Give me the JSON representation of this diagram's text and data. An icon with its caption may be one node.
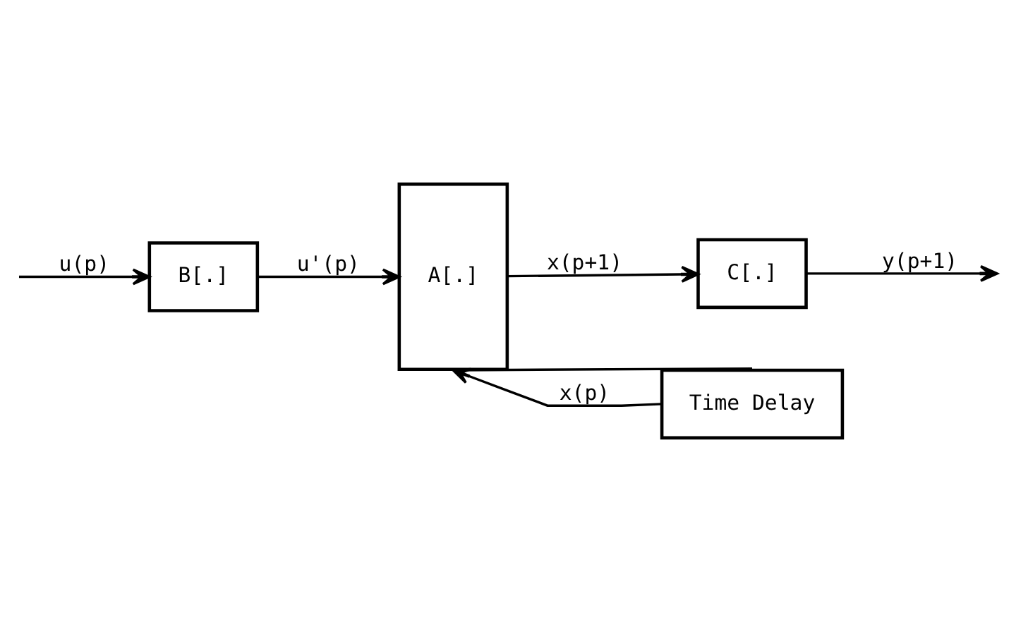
{
  "diagram": {
    "nodes": [
      {
        "text": [
          "B[.]"
        ]
      },
      {
        "text": [
          "A[.]"
        ]
      },
      {
        "text": [
          "C[.]"
        ]
      },
      {
        "text": [
          "Time Delay"
        ]
      }
    ],
    "edges": [
      {
        "from": null,
        "to": 0,
        "arrow": "to",
        "label": "u(p)"
      },
      {
        "from": 0,
        "to": 1,
        "arrow": "to",
        "label": "u'(p)"
      },
      {
        "from": 1,
        "to": 2,
        "arrow": "to",
        "label": "x(p+1)"
      },
      {
        "from": 2,
        "to": null,
        "arrow": "to",
        "label": "y(p+1)"
      },
      {
        "from": 1,
        "to": 3,
        "arrow": "none"
      },
      {
        "from": 3,
        "to": 1,
        "arrow": "to",
        "label": "x(p)"
      }
    ]
  }
}
